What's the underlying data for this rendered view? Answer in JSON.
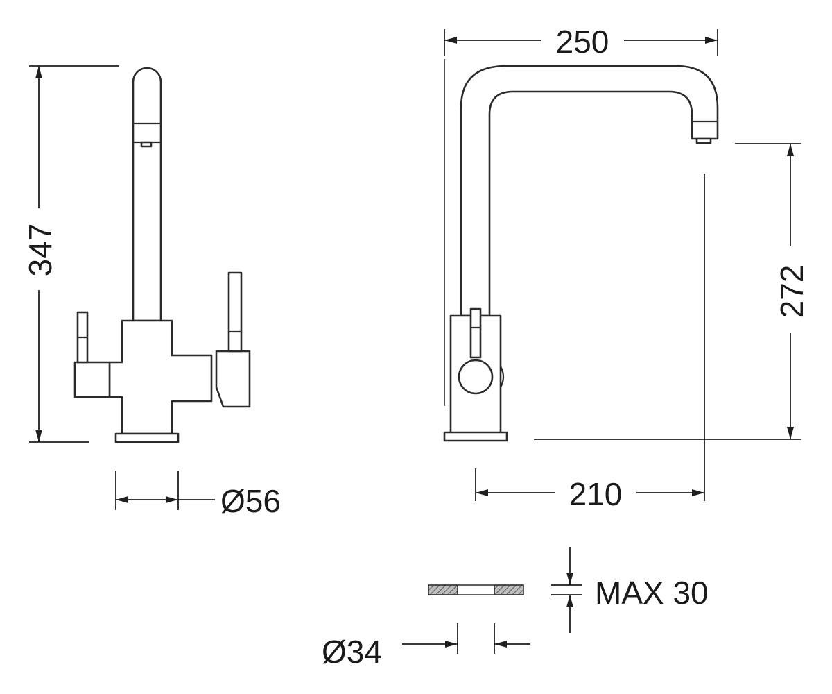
{
  "dimensions": {
    "total_height": "347",
    "base_diameter": "Ø56",
    "spout_width": "250",
    "spout_height": "272",
    "spout_reach": "210",
    "max_thickness": "MAX 30",
    "hole_diameter": "Ø34"
  },
  "colors": {
    "line": "#2b2b2b",
    "background": "#ffffff",
    "hatch": "#7a7a7a"
  }
}
